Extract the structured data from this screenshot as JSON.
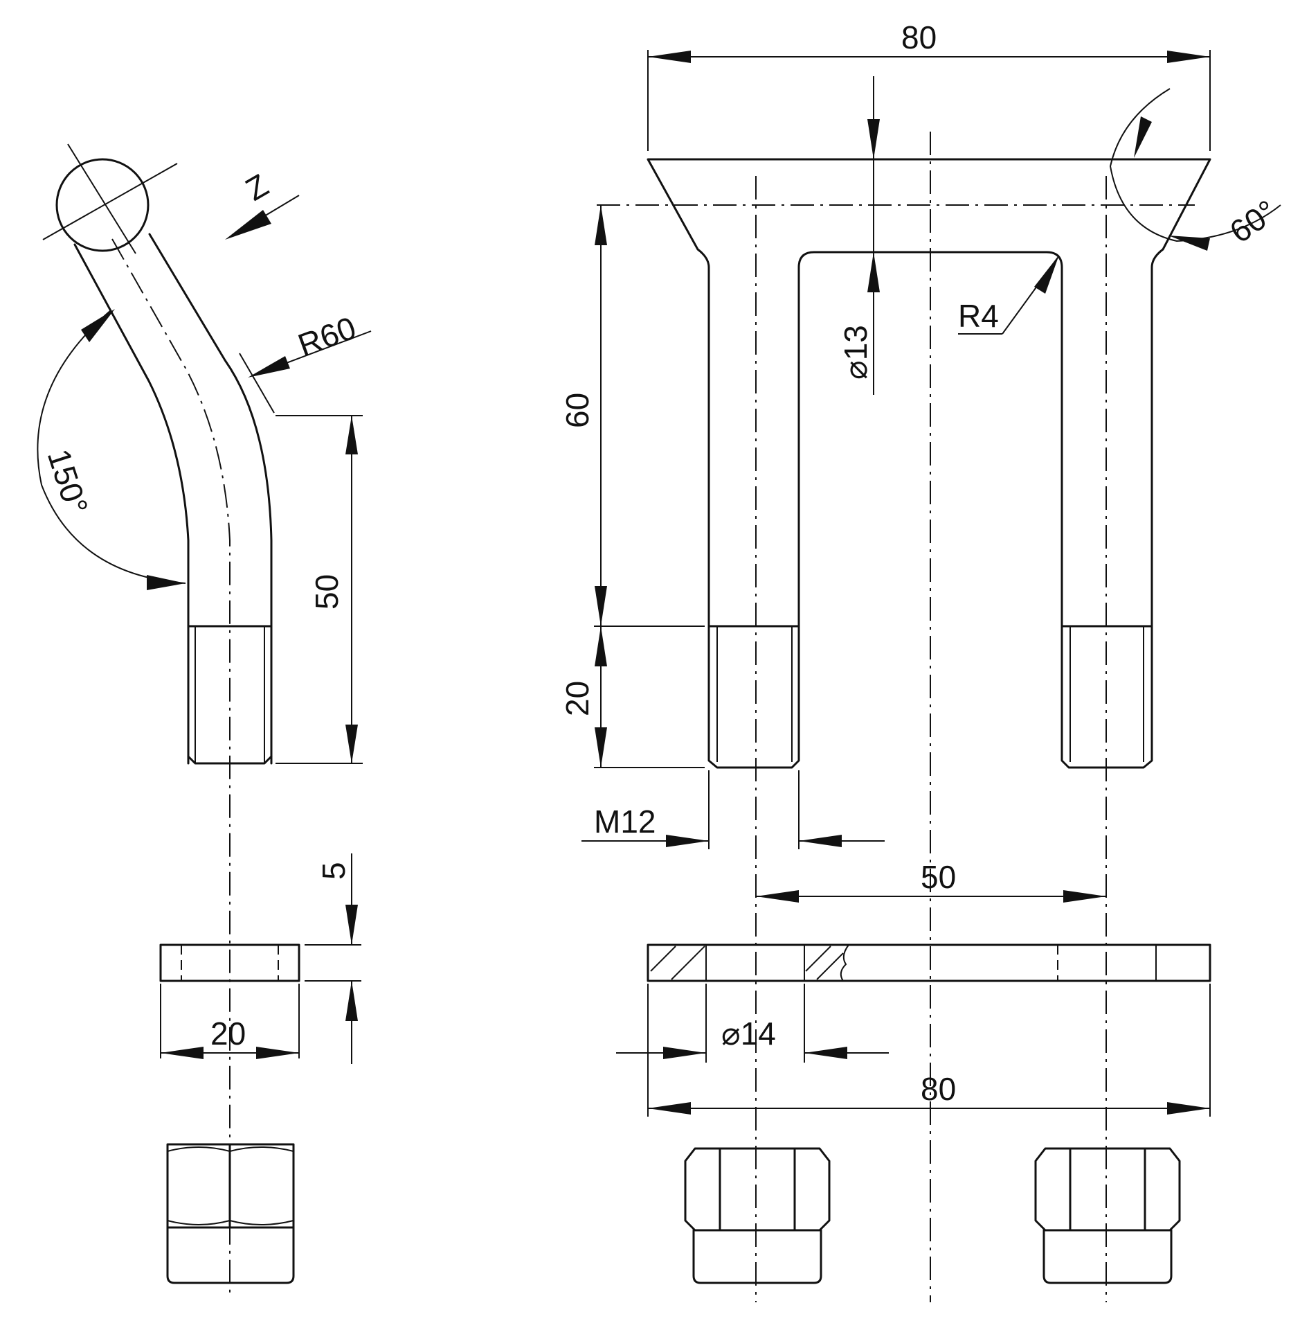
{
  "dimensions": {
    "top_width": "80",
    "bend_radius": "R60",
    "bend_angle": "150°",
    "view_label": "Z",
    "leg_length": "50",
    "outer_height": "60",
    "thread_length": "20",
    "slot_diameter": "⌀13",
    "inner_radius": "R4",
    "chamfer_angle": "60°",
    "thread_size": "M12",
    "leg_spacing": "50",
    "plate_thickness": "5",
    "plate_width": "20",
    "hole_diameter": "⌀14",
    "plate_length": "80"
  }
}
